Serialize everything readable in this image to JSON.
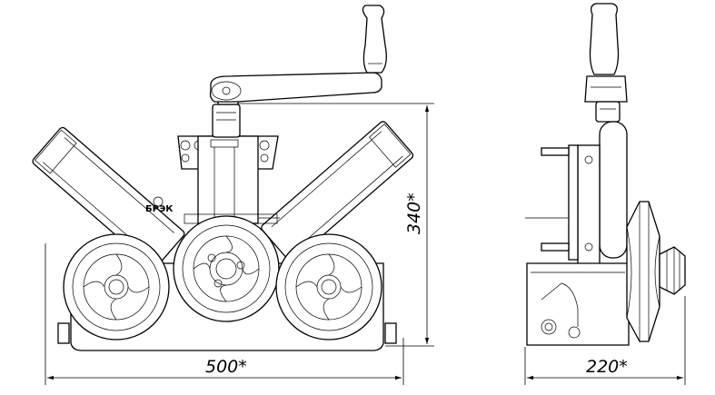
{
  "drawing": {
    "logo_text": "БРЭК",
    "dimensions": {
      "height": "340*",
      "width_front": "500*",
      "width_side": "220*"
    }
  }
}
